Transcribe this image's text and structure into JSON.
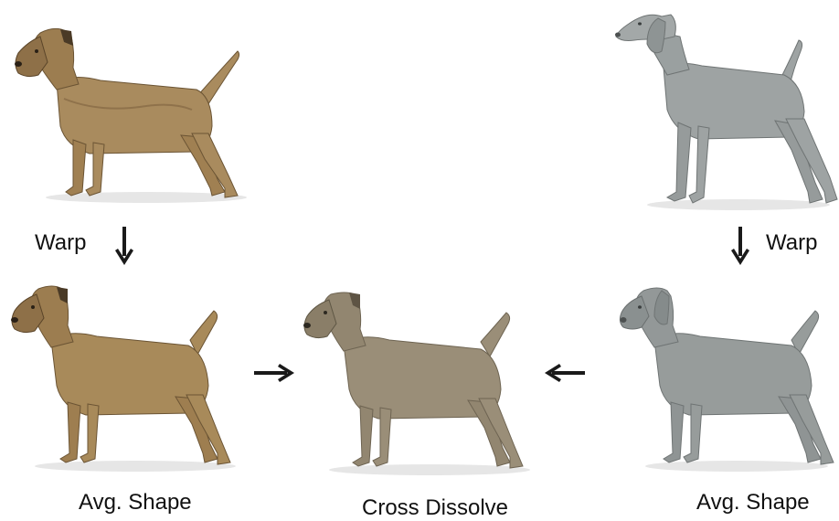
{
  "labels": {
    "warp_left": "Warp",
    "warp_right": "Warp",
    "avg_shape_left": "Avg. Shape",
    "avg_shape_right": "Avg. Shape",
    "cross_dissolve": "Cross Dissolve"
  },
  "colors": {
    "terrier": "#a98b5e",
    "terrier_dark": "#6b5434",
    "terrier_warped": "#a88a5a",
    "blend": "#9a8e78",
    "blend_dark": "#6e6452",
    "weimaraner": "#9ea3a3",
    "weimaraner_dark": "#6f7474",
    "weimaraner_warped": "#979c9b",
    "arrow": "#1a1a1a",
    "shadow": "#e6e6e6"
  }
}
